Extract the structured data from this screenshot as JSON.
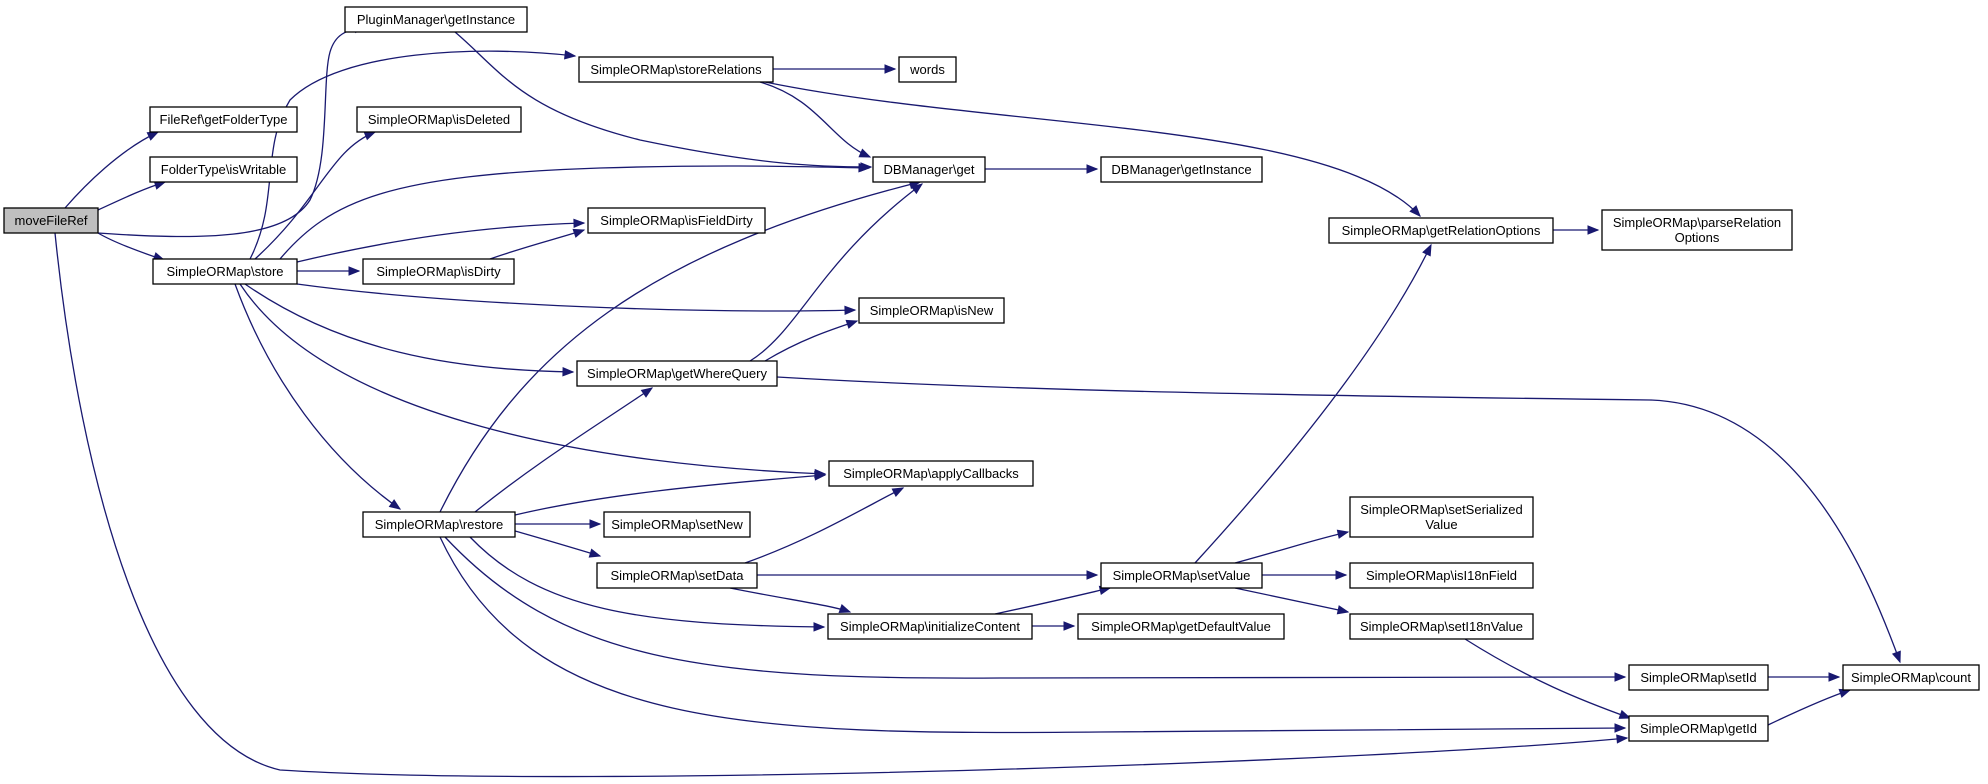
{
  "diagram": {
    "nodes": [
      {
        "id": "moveFileRef",
        "lines": [
          "moveFileRef"
        ],
        "root": true
      },
      {
        "id": "pm_getInstance",
        "lines": [
          "PluginManager\\getInstance"
        ]
      },
      {
        "id": "fr_getFolderType",
        "lines": [
          "FileRef\\getFolderType"
        ]
      },
      {
        "id": "ft_isWritable",
        "lines": [
          "FolderType\\isWritable"
        ]
      },
      {
        "id": "som_store",
        "lines": [
          "SimpleORMap\\store"
        ]
      },
      {
        "id": "som_storeRelations",
        "lines": [
          "SimpleORMap\\storeRelations"
        ]
      },
      {
        "id": "words",
        "lines": [
          "words"
        ]
      },
      {
        "id": "som_isDeleted",
        "lines": [
          "SimpleORMap\\isDeleted"
        ]
      },
      {
        "id": "dbm_get",
        "lines": [
          "DBManager\\get"
        ]
      },
      {
        "id": "dbm_getInstance",
        "lines": [
          "DBManager\\getInstance"
        ]
      },
      {
        "id": "som_isFieldDirty",
        "lines": [
          "SimpleORMap\\isFieldDirty"
        ]
      },
      {
        "id": "som_isDirty",
        "lines": [
          "SimpleORMap\\isDirty"
        ]
      },
      {
        "id": "som_getRelationOptions",
        "lines": [
          "SimpleORMap\\getRelationOptions"
        ]
      },
      {
        "id": "som_parseRelationOptions",
        "lines": [
          "SimpleORMap\\parseRelation",
          "Options"
        ]
      },
      {
        "id": "som_isNew",
        "lines": [
          "SimpleORMap\\isNew"
        ]
      },
      {
        "id": "som_getWhereQuery",
        "lines": [
          "SimpleORMap\\getWhereQuery"
        ]
      },
      {
        "id": "som_applyCallbacks",
        "lines": [
          "SimpleORMap\\applyCallbacks"
        ]
      },
      {
        "id": "som_restore",
        "lines": [
          "SimpleORMap\\restore"
        ]
      },
      {
        "id": "som_setNew",
        "lines": [
          "SimpleORMap\\setNew"
        ]
      },
      {
        "id": "som_setSerializedValue",
        "lines": [
          "SimpleORMap\\setSerialized",
          "Value"
        ]
      },
      {
        "id": "som_setData",
        "lines": [
          "SimpleORMap\\setData"
        ]
      },
      {
        "id": "som_setValue",
        "lines": [
          "SimpleORMap\\setValue"
        ]
      },
      {
        "id": "som_isI18nField",
        "lines": [
          "SimpleORMap\\isI18nField"
        ]
      },
      {
        "id": "som_initializeContent",
        "lines": [
          "SimpleORMap\\initializeContent"
        ]
      },
      {
        "id": "som_getDefaultValue",
        "lines": [
          "SimpleORMap\\getDefaultValue"
        ]
      },
      {
        "id": "som_setI18nValue",
        "lines": [
          "SimpleORMap\\setI18nValue"
        ]
      },
      {
        "id": "som_setId",
        "lines": [
          "SimpleORMap\\setId"
        ]
      },
      {
        "id": "som_count",
        "lines": [
          "SimpleORMap\\count"
        ]
      },
      {
        "id": "som_getId",
        "lines": [
          "SimpleORMap\\getId"
        ]
      }
    ],
    "edges": [
      {
        "from": "moveFileRef",
        "to": "fr_getFolderType"
      },
      {
        "from": "moveFileRef",
        "to": "ft_isWritable"
      },
      {
        "from": "moveFileRef",
        "to": "som_store"
      },
      {
        "from": "moveFileRef",
        "to": "pm_getInstance"
      },
      {
        "from": "moveFileRef",
        "to": "som_getId"
      },
      {
        "from": "pm_getInstance",
        "to": "dbm_get"
      },
      {
        "from": "som_store",
        "to": "som_storeRelations"
      },
      {
        "from": "som_store",
        "to": "som_isDeleted"
      },
      {
        "from": "som_store",
        "to": "dbm_get"
      },
      {
        "from": "som_store",
        "to": "som_isFieldDirty"
      },
      {
        "from": "som_store",
        "to": "som_isDirty"
      },
      {
        "from": "som_store",
        "to": "som_isNew"
      },
      {
        "from": "som_store",
        "to": "som_getWhereQuery"
      },
      {
        "from": "som_store",
        "to": "som_applyCallbacks"
      },
      {
        "from": "som_store",
        "to": "som_restore"
      },
      {
        "from": "som_storeRelations",
        "to": "words"
      },
      {
        "from": "som_storeRelations",
        "to": "dbm_get"
      },
      {
        "from": "som_storeRelations",
        "to": "som_getRelationOptions"
      },
      {
        "from": "dbm_get",
        "to": "dbm_getInstance"
      },
      {
        "from": "som_isDirty",
        "to": "som_isFieldDirty"
      },
      {
        "from": "som_getRelationOptions",
        "to": "som_parseRelationOptions"
      },
      {
        "from": "som_getWhereQuery",
        "to": "dbm_get"
      },
      {
        "from": "som_getWhereQuery",
        "to": "som_isNew"
      },
      {
        "from": "som_getWhereQuery",
        "to": "som_count"
      },
      {
        "from": "som_restore",
        "to": "dbm_get"
      },
      {
        "from": "som_restore",
        "to": "som_getWhereQuery"
      },
      {
        "from": "som_restore",
        "to": "som_applyCallbacks"
      },
      {
        "from": "som_restore",
        "to": "som_setNew"
      },
      {
        "from": "som_restore",
        "to": "som_setData"
      },
      {
        "from": "som_restore",
        "to": "som_initializeContent"
      },
      {
        "from": "som_restore",
        "to": "som_setId"
      },
      {
        "from": "som_restore",
        "to": "som_getId"
      },
      {
        "from": "som_setData",
        "to": "som_applyCallbacks"
      },
      {
        "from": "som_setData",
        "to": "som_setValue"
      },
      {
        "from": "som_setData",
        "to": "som_initializeContent"
      },
      {
        "from": "som_setValue",
        "to": "som_getRelationOptions"
      },
      {
        "from": "som_setValue",
        "to": "som_setSerializedValue"
      },
      {
        "from": "som_setValue",
        "to": "som_isI18nField"
      },
      {
        "from": "som_setValue",
        "to": "som_setI18nValue"
      },
      {
        "from": "som_initializeContent",
        "to": "som_setValue"
      },
      {
        "from": "som_initializeContent",
        "to": "som_getDefaultValue"
      },
      {
        "from": "som_setI18nValue",
        "to": "som_getId"
      },
      {
        "from": "som_setId",
        "to": "som_count"
      },
      {
        "from": "som_getId",
        "to": "som_count"
      }
    ]
  }
}
